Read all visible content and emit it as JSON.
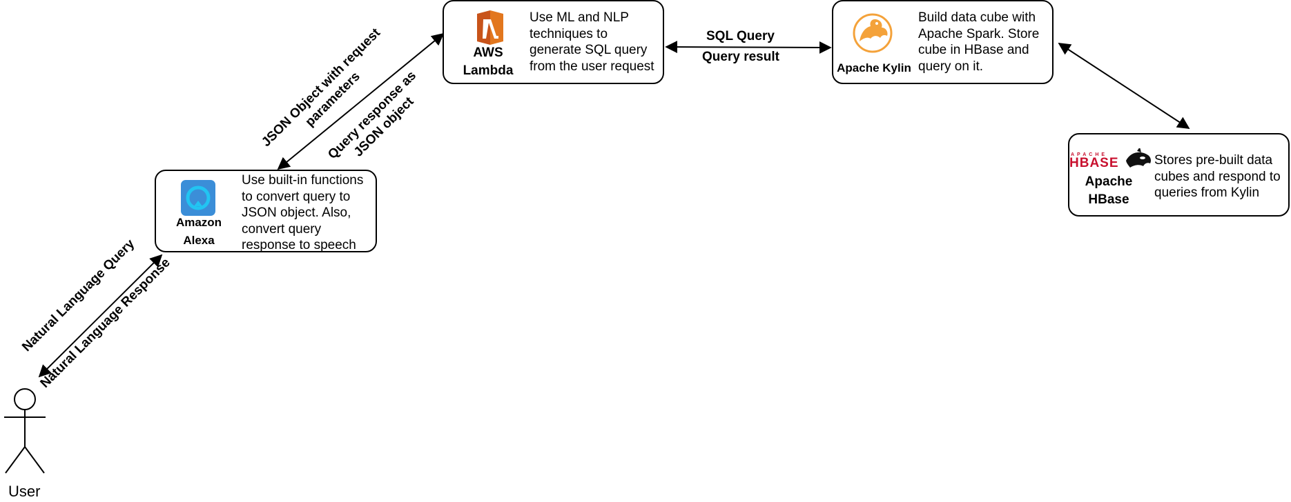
{
  "nodes": {
    "alexa": {
      "name": "Amazon\nAlexa",
      "description": "Use built-in functions\nto convert query to\nJSON object. Also,\nconvert query\nresponse to speech"
    },
    "lambda": {
      "name": "AWS\nLambda",
      "description": "Use ML and NLP\ntechniques to\ngenerate SQL query\nfrom the user request"
    },
    "kylin": {
      "name": "Apache Kylin",
      "description": "Build data cube with\nApache Spark. Store\ncube in HBase and\nquery on it."
    },
    "hbase": {
      "name": "Apache\nHBase",
      "logo_text_small": "APACHE",
      "logo_text": "HBASE",
      "description": "Stores pre-built data\ncubes and respond to\nqueries from Kylin"
    }
  },
  "actor": {
    "label": "User"
  },
  "edges": {
    "user_alexa_request": "Natural Language Query",
    "user_alexa_response": "Natural Language Response",
    "alexa_lambda_request": "JSON Object with request\nparameters",
    "alexa_lambda_response": "Query response as\nJSON object",
    "lambda_kylin_request": "SQL Query",
    "lambda_kylin_response": "Query result"
  },
  "colors": {
    "lambda_orange": "#E2771E",
    "kylin_orange": "#F4A23A",
    "alexa_blue": "#3B8ED8",
    "alexa_ring": "#22C4F2",
    "hbase_red": "#C8102E"
  },
  "icons": {
    "alexa": "alexa-icon",
    "lambda": "aws-lambda-icon",
    "kylin": "apache-kylin-icon",
    "hbase": "hbase-logo-icon"
  }
}
